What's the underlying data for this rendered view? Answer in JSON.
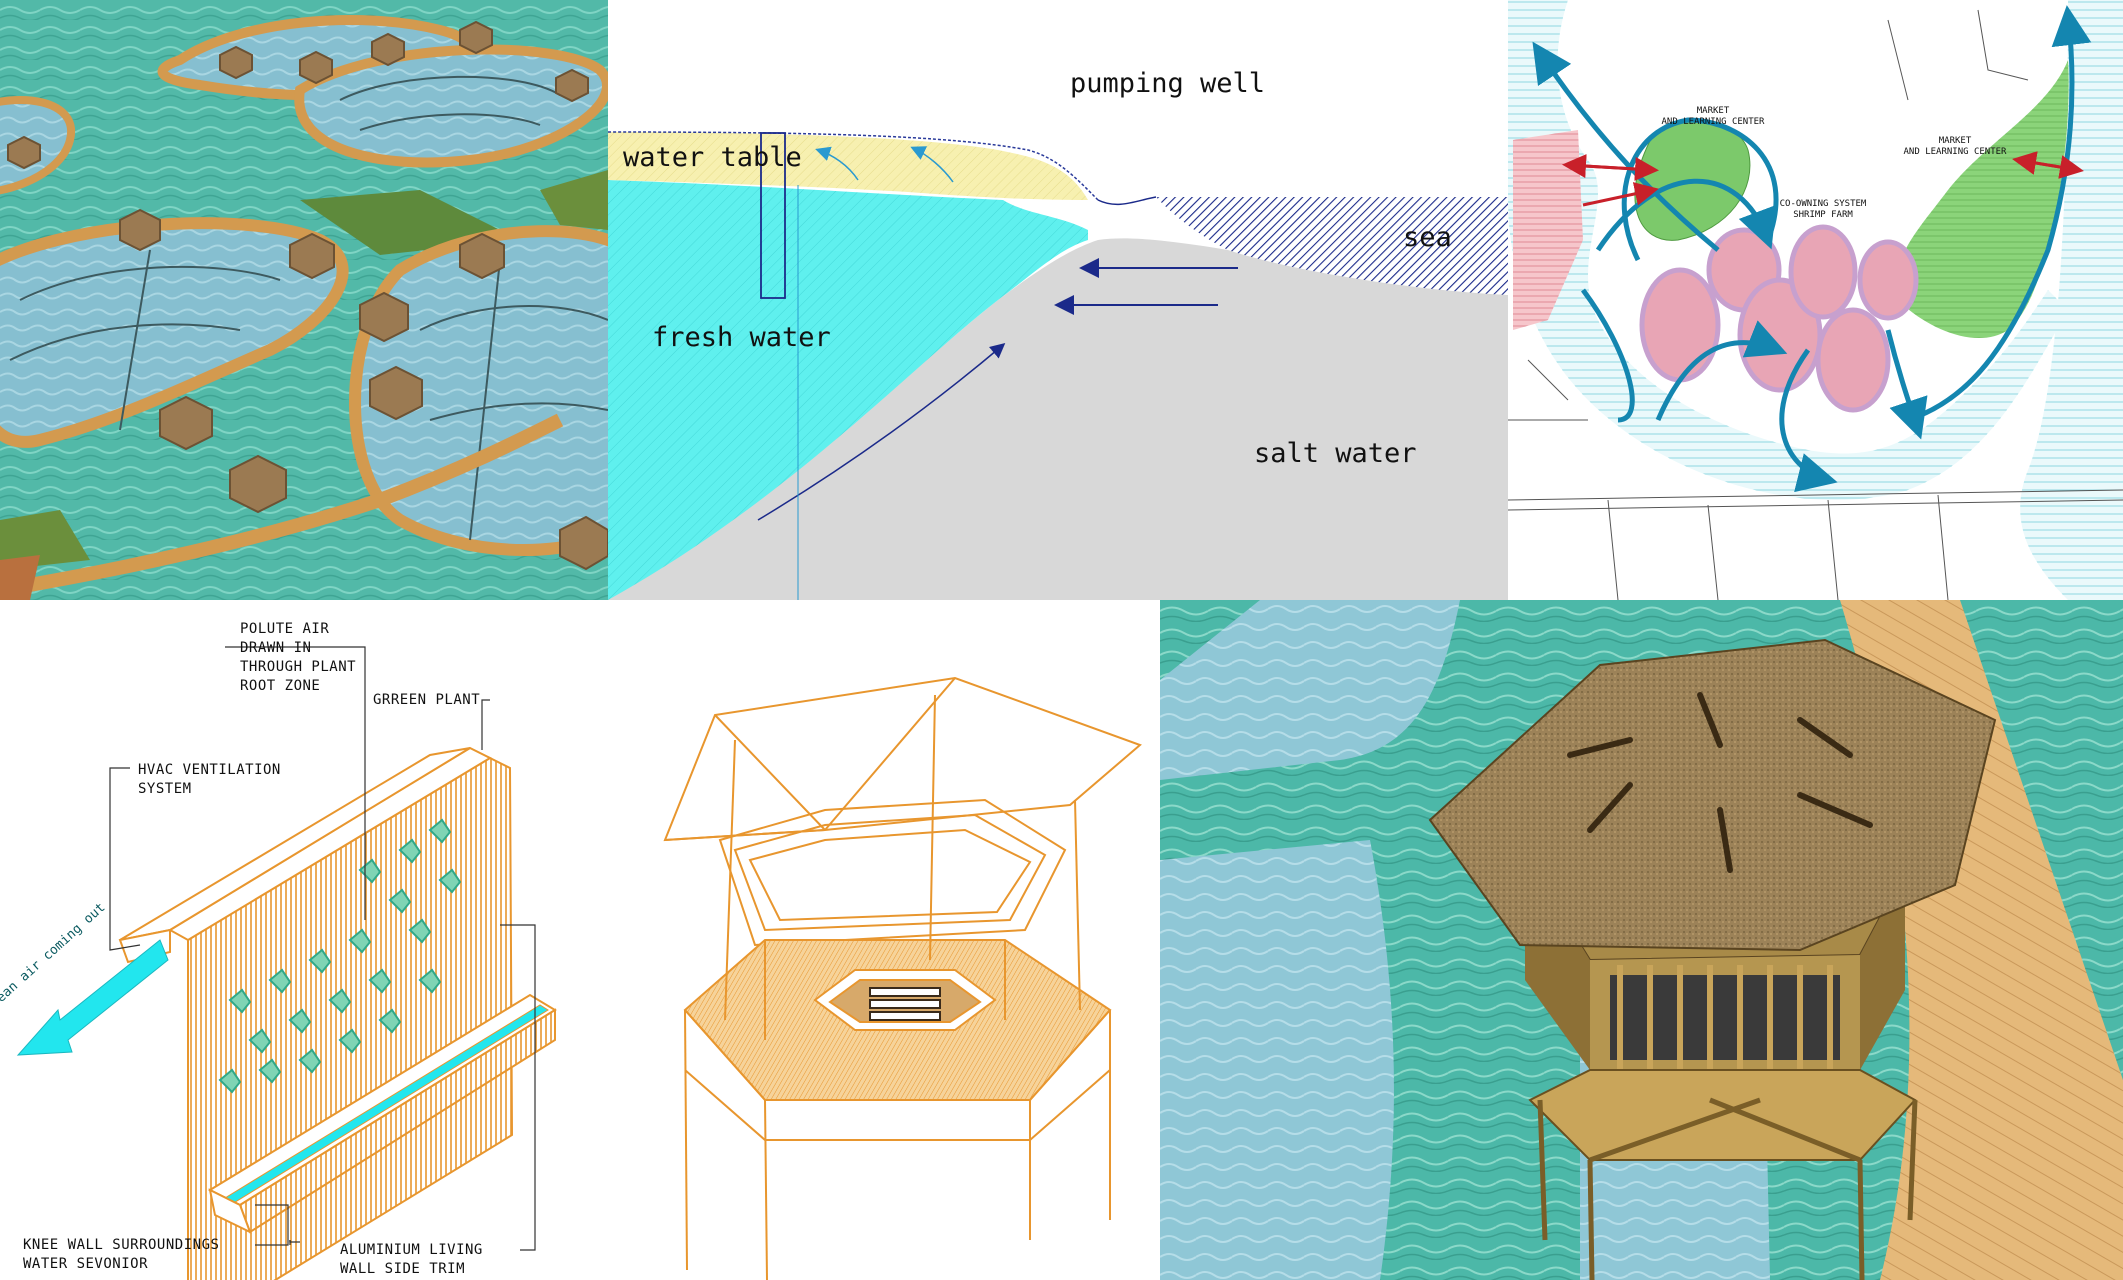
{
  "colors": {
    "water_green": "#4cb8a8",
    "pond_blue": "#8fc7d6",
    "walkway_wood": "#d9a35a",
    "fresh_water": "#5ff0ee",
    "water_table": "#f7f0b0",
    "sea_hatch": "#1b2a8a",
    "salt_water": "#d8d8d8",
    "map_arrow": "#1486b0",
    "market_green": "#7cc96b",
    "farm_pink": "#e8a5b5",
    "exchange_red": "#c8202a",
    "orange_line": "#e8962e",
    "cyan_arrow": "#22e6ee",
    "roof_brown": "#9c8258"
  },
  "section": {
    "pumping_well": "pumping well",
    "water_table": "water table",
    "sea": "sea",
    "fresh_water": "fresh water",
    "salt_water": "salt water"
  },
  "map": {
    "market_left": "MARKET\nAND LEARNING CENTER",
    "market_right": "MARKET\nAND LEARNING CENTER",
    "shrimp_farm": "CO-OWNING SYSTEM\nSHRIMP FARM"
  },
  "living_wall": {
    "polute_air": "POLUTE AIR\nDRAWN IN\nTHROUGH PLANT\nROOT ZONE",
    "green_plant": "GRREEN PLANT",
    "hvac": "HVAC VENTILATION\nSYSTEM",
    "clean_air": "clean air coming out",
    "knee_wall": "KNEE WALL SURROUNDINGS\nWATER SEVONIOR",
    "trim": "ALUMINIUM LIVING\nWALL SIDE TRIM"
  },
  "icons": {
    "hut": "hexagonal-hut-icon",
    "arrow": "arrow-icon"
  }
}
